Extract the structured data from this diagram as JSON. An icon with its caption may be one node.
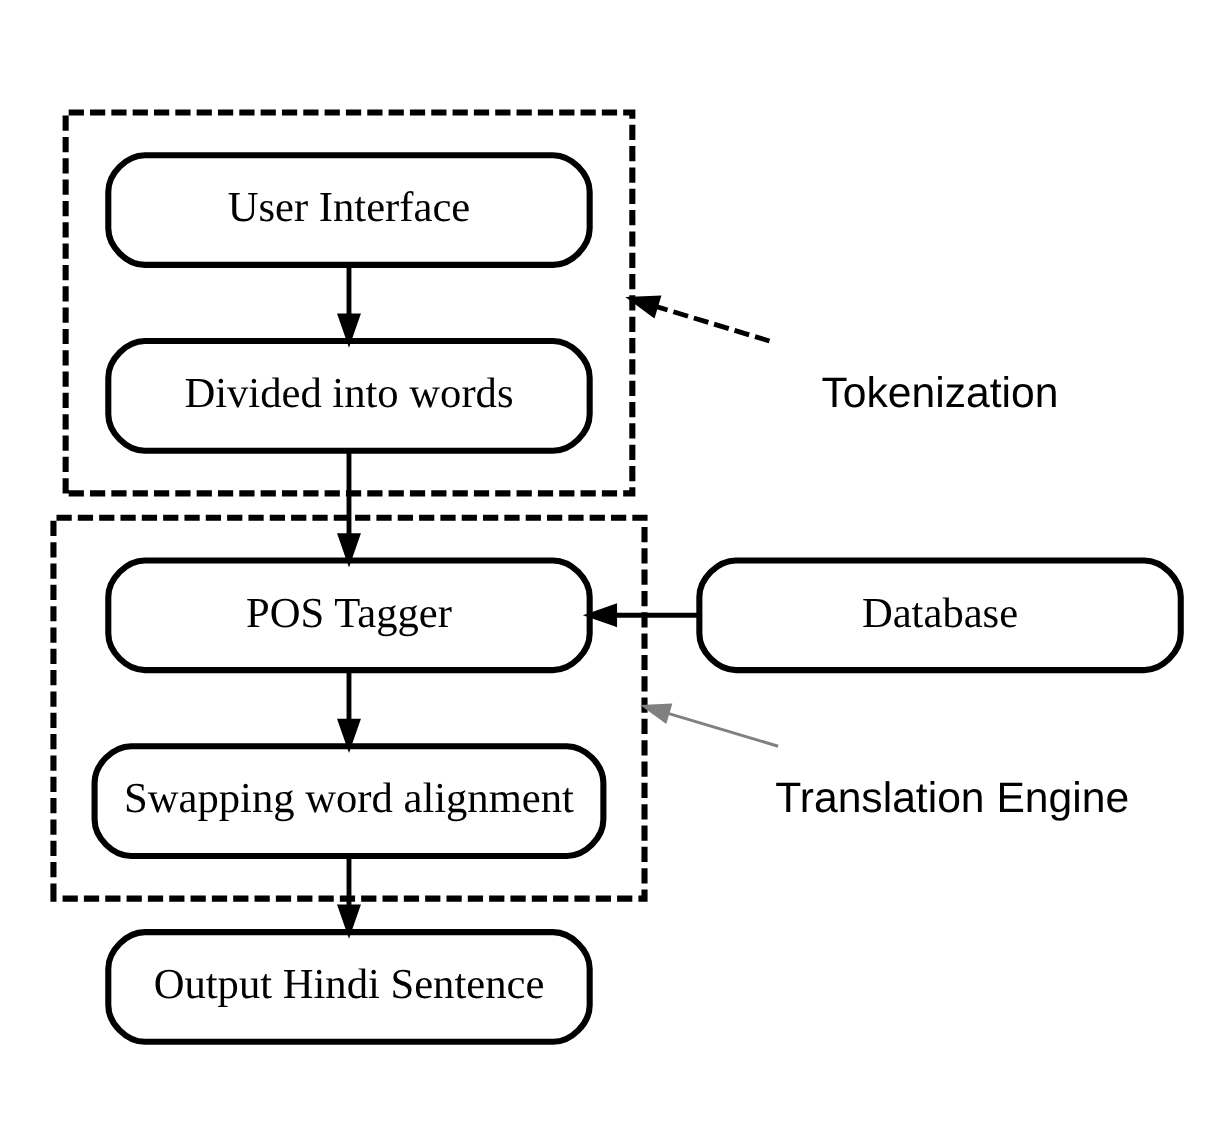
{
  "diagram": {
    "nodes": [
      {
        "text": [],
        "shape": "box"
      },
      {
        "text": [
          "User Interface"
        ],
        "in": 0
      },
      {
        "text": [
          "Divided into words"
        ],
        "in": 0
      },
      {
        "text": [],
        "shape": "box"
      },
      {
        "text": [
          "POS Tagger"
        ],
        "in": 3
      },
      {
        "text": [
          "Swapping word alignment"
        ],
        "in": 3
      },
      {
        "text": [
          "Database"
        ]
      },
      {
        "text": [
          "Output Hindi Sentence"
        ]
      },
      {
        "text": [
          "Tokenization"
        ]
      },
      {
        "text": [
          "Translation Engine"
        ]
      }
    ],
    "edges": [
      {
        "from": 1,
        "to": 2,
        "arrow": "to"
      },
      {
        "from": 2,
        "to": 4,
        "arrow": "to"
      },
      {
        "from": 6,
        "to": 4,
        "arrow": "to"
      },
      {
        "from": 4,
        "to": 5,
        "arrow": "to"
      },
      {
        "from": 5,
        "to": 7,
        "arrow": "to"
      },
      {
        "from": 8,
        "to": 0,
        "arrow": "to",
        "style": "dashed"
      },
      {
        "from": 9,
        "to": 3,
        "arrow": "to",
        "color": "#808080"
      }
    ]
  }
}
